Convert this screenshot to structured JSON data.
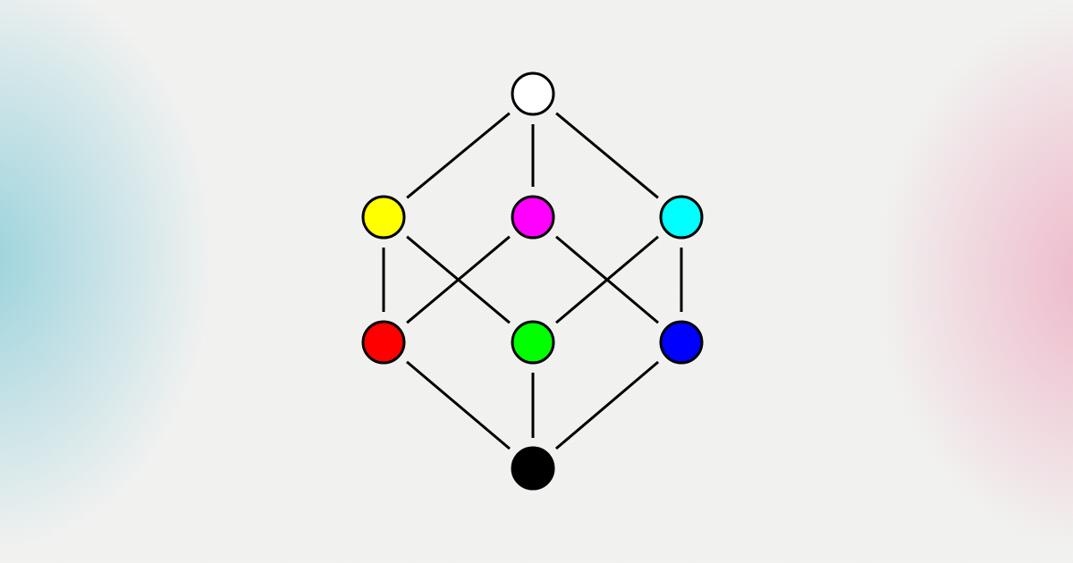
{
  "diagram": {
    "nodes": [
      {
        "id": "white",
        "fill": "#ffffff"
      },
      {
        "id": "yellow",
        "fill": "#ffff00"
      },
      {
        "id": "magenta",
        "fill": "#ff00ff"
      },
      {
        "id": "cyan",
        "fill": "#00ffff"
      },
      {
        "id": "red",
        "fill": "#ff0000"
      },
      {
        "id": "green",
        "fill": "#00ff00"
      },
      {
        "id": "blue",
        "fill": "#0000ff"
      },
      {
        "id": "black",
        "fill": "#000000"
      }
    ],
    "edges": [
      [
        "white",
        "yellow"
      ],
      [
        "white",
        "magenta"
      ],
      [
        "white",
        "cyan"
      ],
      [
        "yellow",
        "red"
      ],
      [
        "yellow",
        "green"
      ],
      [
        "magenta",
        "red"
      ],
      [
        "magenta",
        "blue"
      ],
      [
        "cyan",
        "green"
      ],
      [
        "cyan",
        "blue"
      ],
      [
        "red",
        "black"
      ],
      [
        "green",
        "black"
      ],
      [
        "blue",
        "black"
      ]
    ],
    "stroke_color": "#000000",
    "background_tints": {
      "left": "#8ccfda",
      "right": "#eeaac0",
      "base": "#f2f2f1"
    }
  }
}
